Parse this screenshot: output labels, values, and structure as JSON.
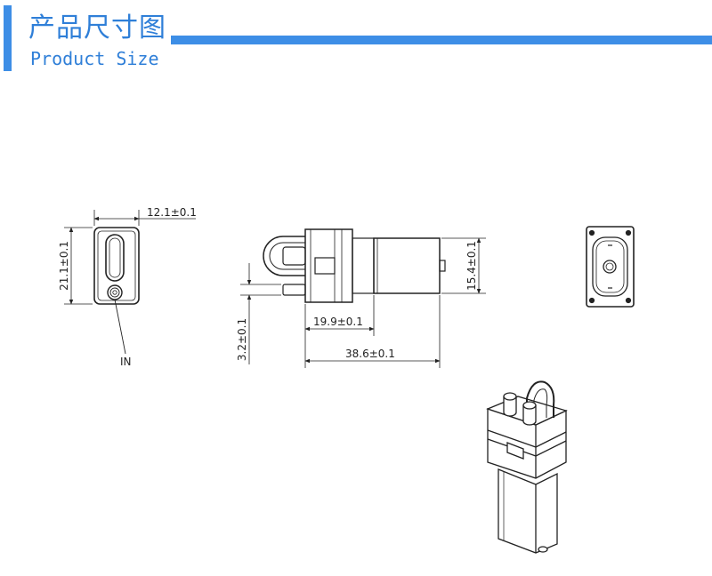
{
  "header": {
    "title_cn": "产品尺寸图",
    "title_en": "Product Size"
  },
  "dimensions": {
    "front_width": "12.1±0.1",
    "front_height": "21.1±0.1",
    "side_height": "15.4±0.1",
    "head_length": "19.9±0.1",
    "total_length": "38.6±0.1",
    "port_offset": "3.2±0.1",
    "port_label": "IN"
  },
  "colors": {
    "accent": "#3d8ee6",
    "title_text": "#2f7fd8",
    "line": "#222222"
  }
}
